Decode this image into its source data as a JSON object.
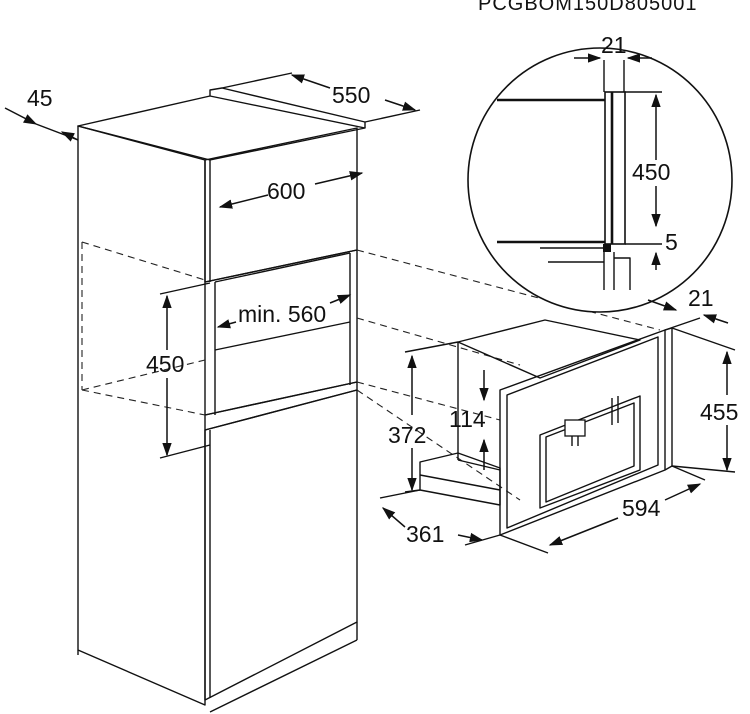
{
  "drawing_code": "PCGBOM150D805001",
  "dimensions": {
    "cabinet_depth": "550",
    "cabinet_panel_thickness": "45",
    "cabinet_width": "600",
    "niche_width_min": "min. 560",
    "niche_height": "450",
    "detail_frame_depth": "21",
    "detail_height": "450",
    "detail_gap": "5",
    "appliance_frame_depth": "21",
    "appliance_height": "455",
    "appliance_body_height": "372",
    "appliance_offset": "114",
    "appliance_width": "594",
    "appliance_depth": "361"
  }
}
